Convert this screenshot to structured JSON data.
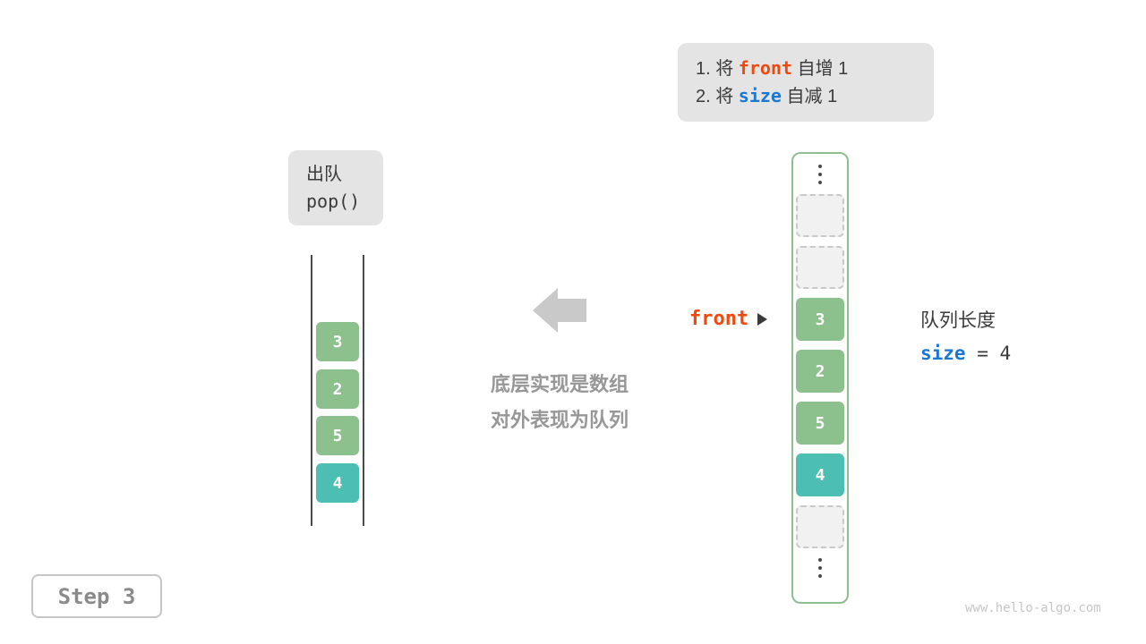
{
  "instructions": {
    "line1": {
      "prefix": "1. 将 ",
      "keyword": "front",
      "suffix": " 自增 1"
    },
    "line2": {
      "prefix": "2. 将 ",
      "keyword": "size",
      "suffix": " 自减 1"
    }
  },
  "operation_box": {
    "name": "出队",
    "method": "pop()"
  },
  "left_queue": {
    "cells": [
      "3",
      "2",
      "5",
      "4"
    ]
  },
  "caption": {
    "line1": "底层实现是数组",
    "line2": "对外表现为队列"
  },
  "front_pointer": {
    "label": "front"
  },
  "array": {
    "cells": [
      {
        "type": "empty",
        "value": ""
      },
      {
        "type": "empty",
        "value": ""
      },
      {
        "type": "filled",
        "value": "3",
        "color": "cell_green"
      },
      {
        "type": "filled",
        "value": "2",
        "color": "cell_green"
      },
      {
        "type": "filled",
        "value": "5",
        "color": "cell_green"
      },
      {
        "type": "filled",
        "value": "4",
        "color": "cell_teal"
      },
      {
        "type": "empty",
        "value": ""
      }
    ]
  },
  "queue_length": {
    "title": "队列长度",
    "keyword": "size",
    "rest": " = 4"
  },
  "step_badge": {
    "label": "Step 3"
  },
  "watermark": {
    "text": "www.hello-algo.com"
  },
  "icons": {
    "big-left-arrow-icon": "←",
    "front-pointer-arrow-icon": "▸",
    "ellipsis-icon": "⋮"
  },
  "colors": {
    "cell_green": "#8cc08c",
    "cell_teal": "#4cbfb2",
    "keyword_orange": "#f0490f",
    "keyword_blue": "#1878d2",
    "box_gray": "#e4e4e4",
    "arrow_gray": "#c9c9c9",
    "array_border_green": "#8fbf8f"
  }
}
